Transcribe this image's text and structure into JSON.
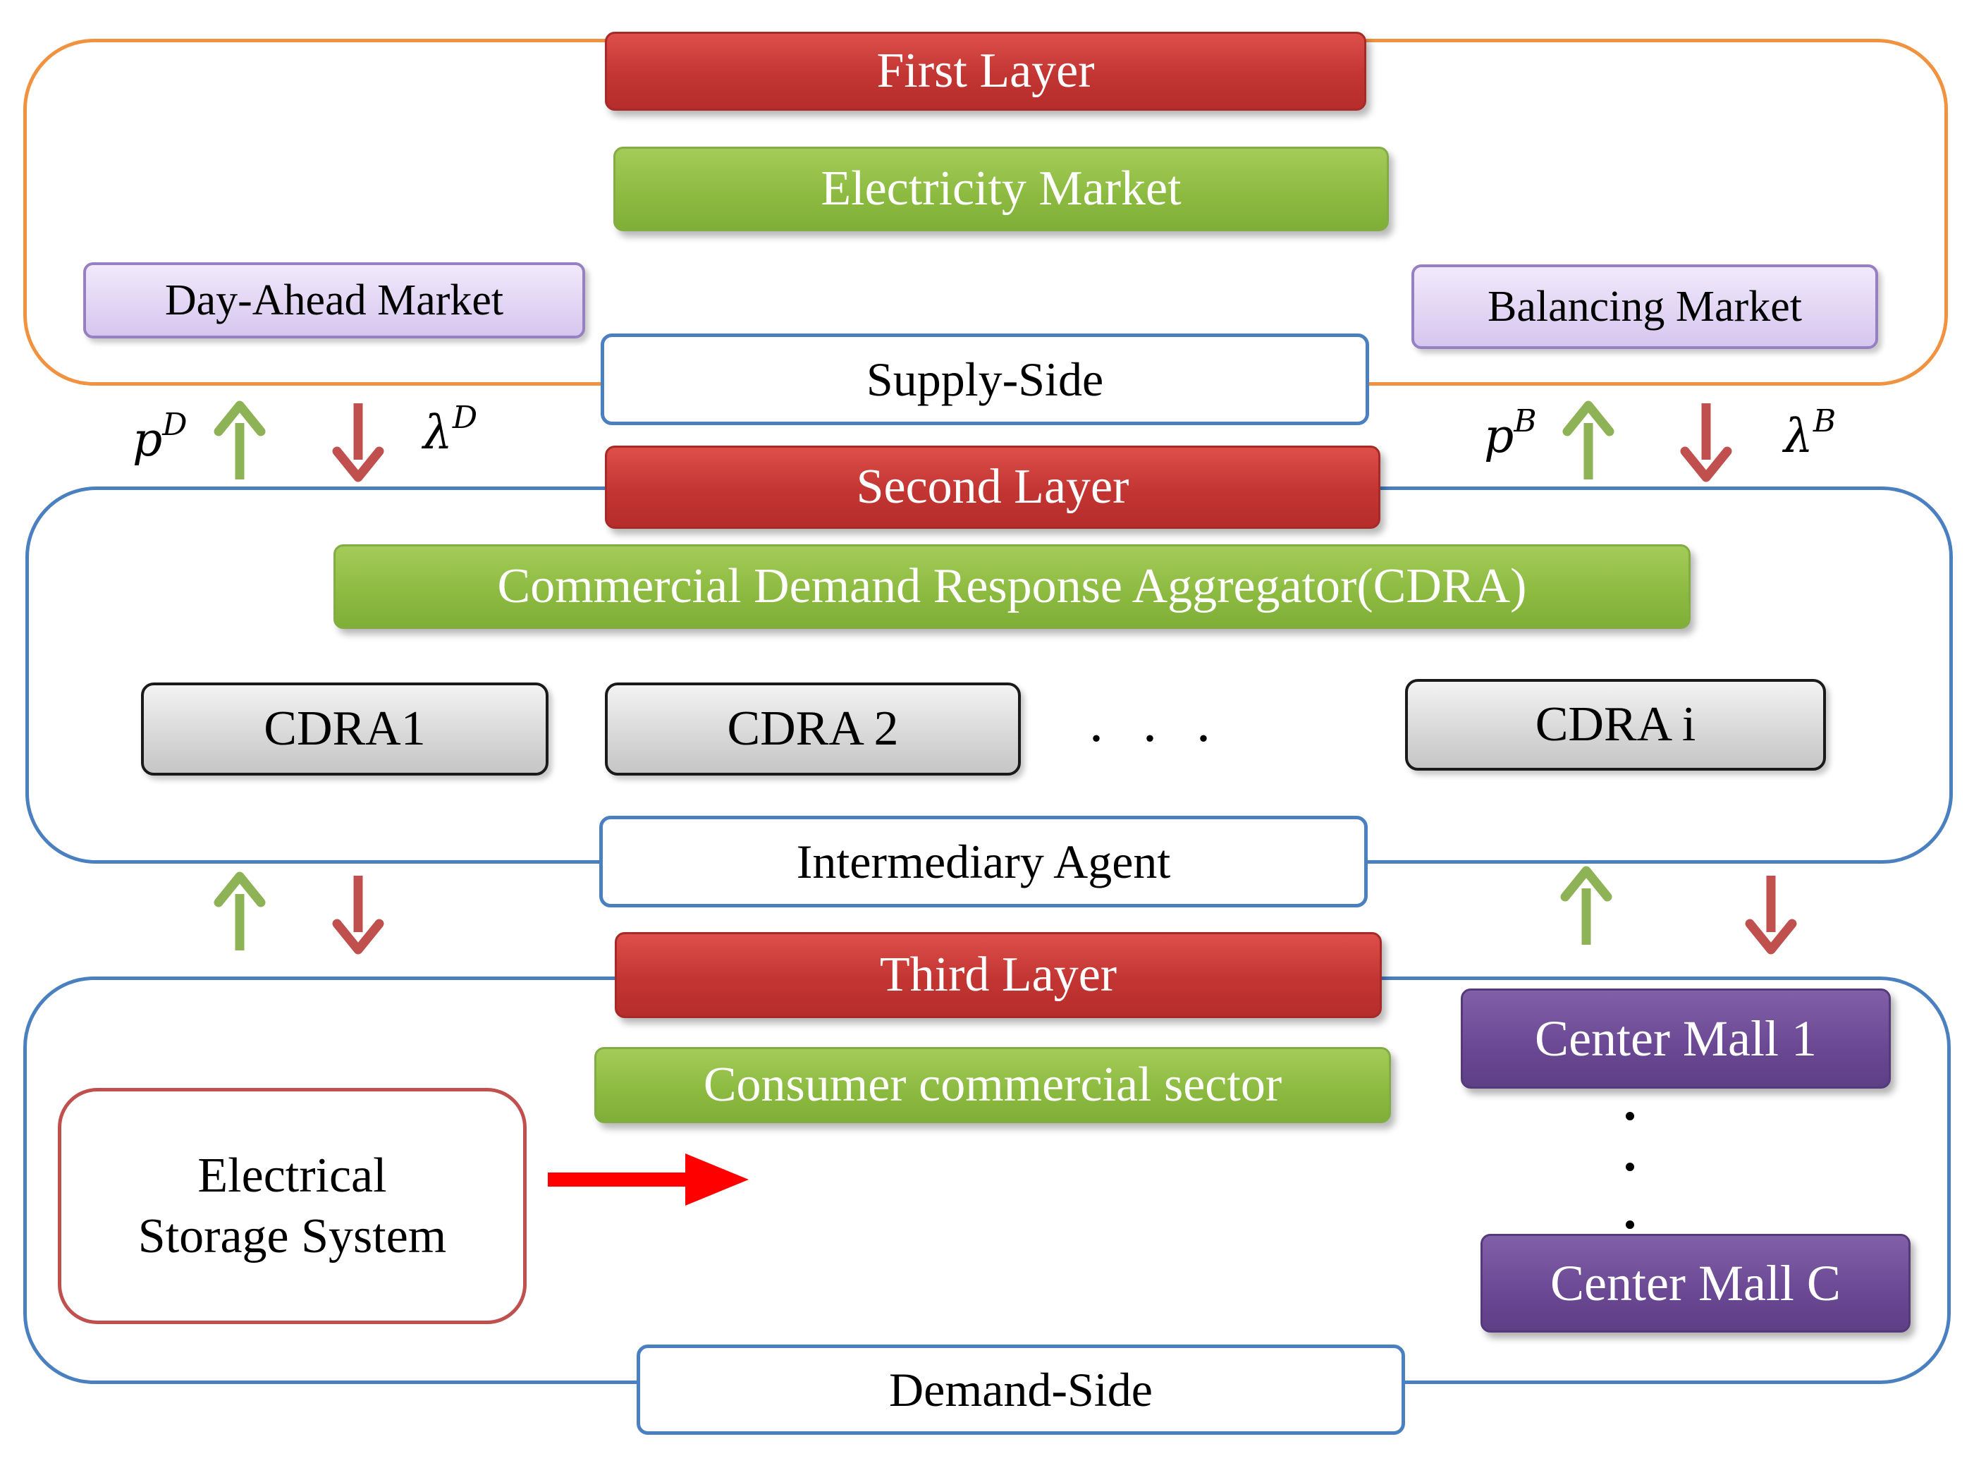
{
  "first_layer": {
    "title": "First Layer",
    "market": "Electricity Market",
    "day_ahead": "Day-Ahead Market",
    "balancing": "Balancing Market",
    "side_label": "Supply-Side"
  },
  "signals": {
    "p_day_ahead": {
      "base": "p",
      "sup": "D"
    },
    "lambda_day_ahead": {
      "base": "λ",
      "sup": "D"
    },
    "p_balancing": {
      "base": "p",
      "sup": "B"
    },
    "lambda_balancing": {
      "base": "λ",
      "sup": "B"
    }
  },
  "second_layer": {
    "title": "Second Layer",
    "aggregator": "Commercial Demand Response Aggregator(CDRA)",
    "agents": [
      "CDRA1",
      "CDRA 2",
      "CDRA i"
    ],
    "ellipsis": ". . .",
    "side_label": "Intermediary Agent"
  },
  "third_layer": {
    "title": "Third Layer",
    "sector": "Consumer commercial sector",
    "storage_line1": "Electrical",
    "storage_line2": "Storage System",
    "mall_first": "Center Mall 1",
    "mall_last": "Center Mall C",
    "side_label": "Demand-Side"
  },
  "colors": {
    "up_arrow": "#8db356",
    "down_arrow": "#c0504d",
    "storage_arrow": "#ff0000"
  }
}
